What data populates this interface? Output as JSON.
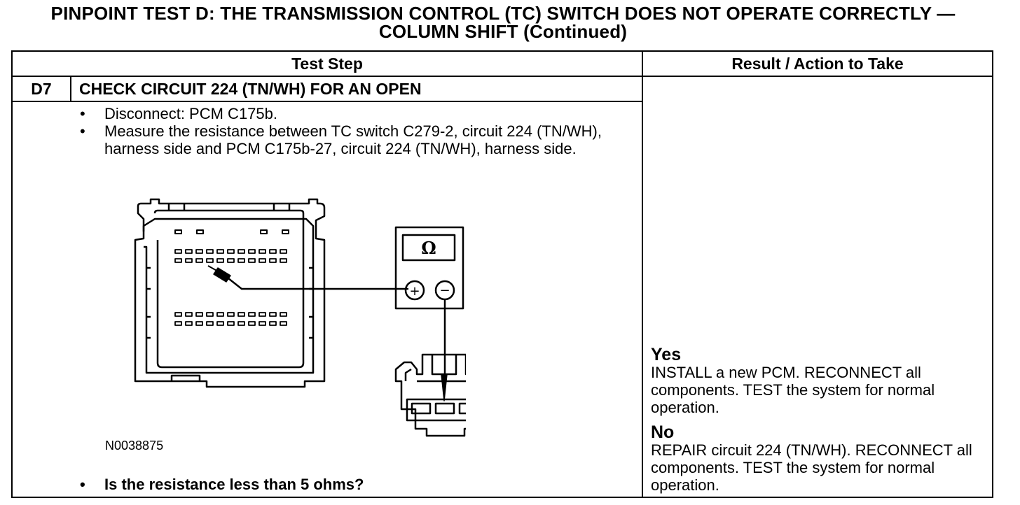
{
  "title": {
    "line1": "PINPOINT TEST  D: THE TRANSMISSION CONTROL (TC) SWITCH DOES NOT OPERATE CORRECTLY —",
    "line2": "COLUMN SHIFT (Continued)"
  },
  "table": {
    "headers": [
      "Test Step",
      "Result / Action to Take"
    ],
    "step": {
      "id": "D7",
      "title": "CHECK CIRCUIT 224 (TN/WH) FOR AN OPEN",
      "instructions": [
        "Disconnect: PCM C175b.",
        "Measure the resistance between TC switch C279-2, circuit 224 (TN/WH), harness side and PCM C175b-27, circuit 224 (TN/WH), harness side."
      ],
      "figure_id": "N0038875",
      "meter_symbol": "Ω",
      "meter_plus": "+",
      "meter_minus": "−",
      "question": "Is the resistance less than 5 ohms?"
    },
    "results": [
      {
        "label": "Yes",
        "text": "INSTALL a new PCM. RECONNECT all components. TEST the system for normal operation."
      },
      {
        "label": "No",
        "text": "REPAIR circuit 224 (TN/WH). RECONNECT all components. TEST the system for normal operation."
      }
    ]
  }
}
